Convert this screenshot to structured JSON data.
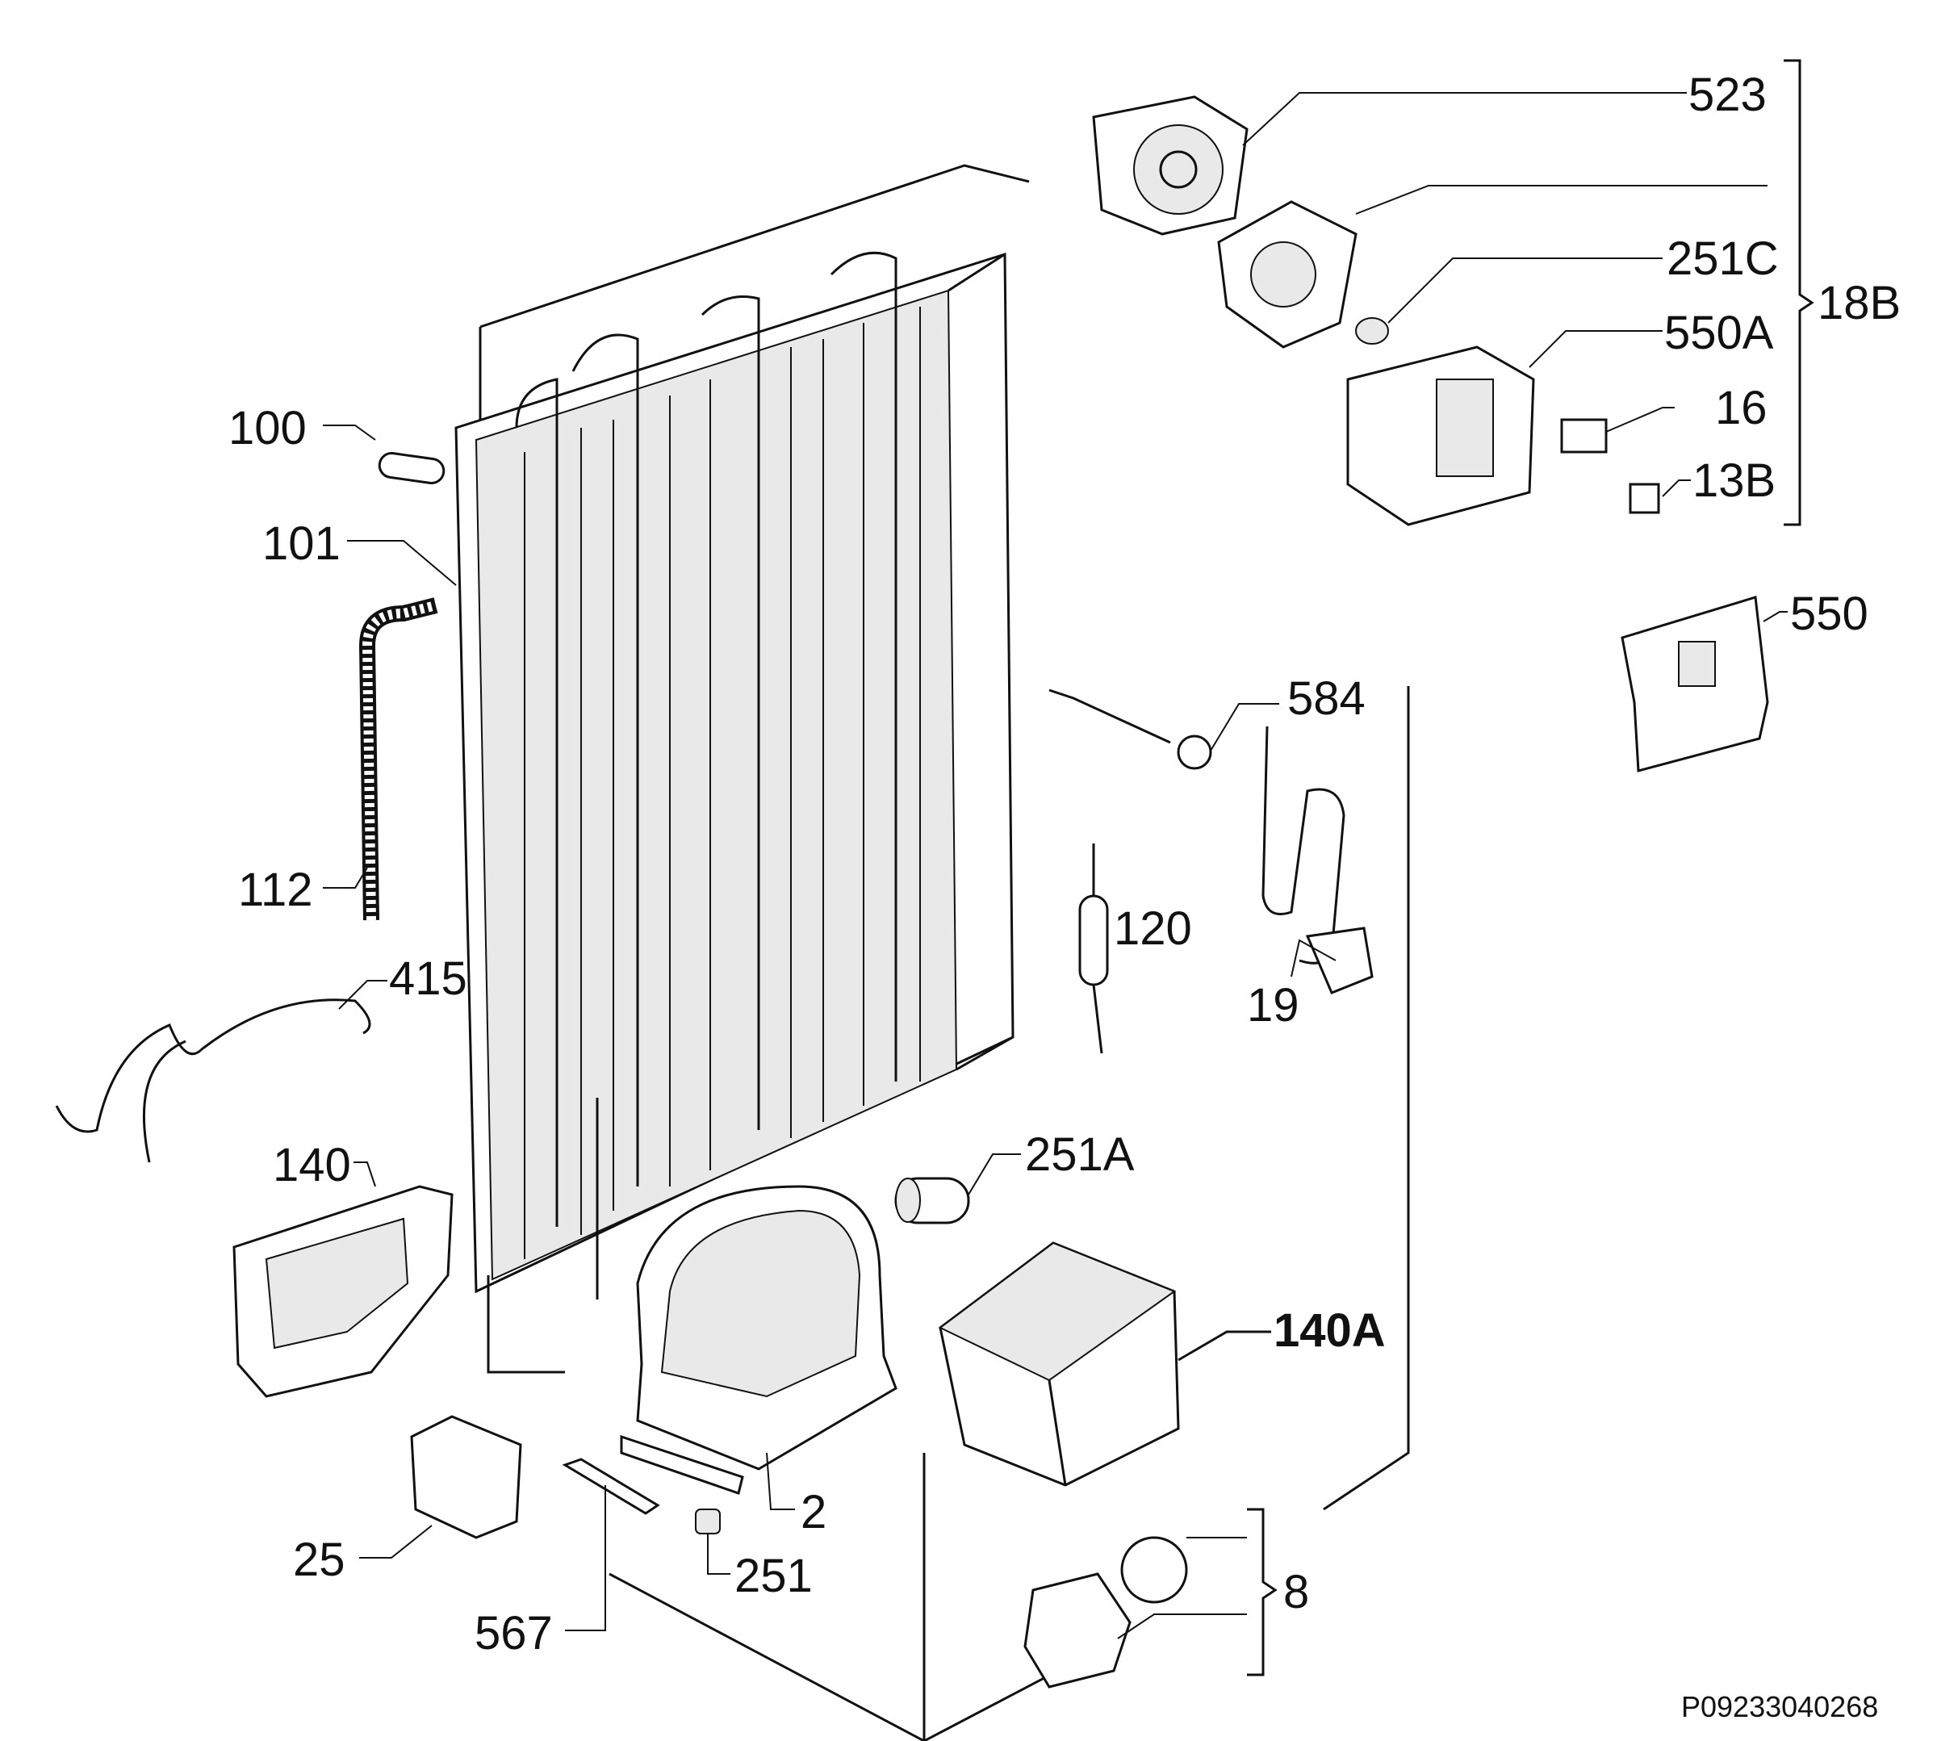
{
  "labels": {
    "l523": "523",
    "l251c": "251C",
    "l550a": "550A",
    "l16": "16",
    "l13b": "13B",
    "l18b": "18B",
    "l550": "550",
    "l100": "100",
    "l101": "101",
    "l112": "112",
    "l415": "415",
    "l140": "140",
    "l584": "584",
    "l120": "120",
    "l19": "19",
    "l251a": "251A",
    "l140a": "140A",
    "l2": "2",
    "l25": "25",
    "l251": "251",
    "l567": "567",
    "l8": "8"
  },
  "drawing_code": "P09233040268"
}
